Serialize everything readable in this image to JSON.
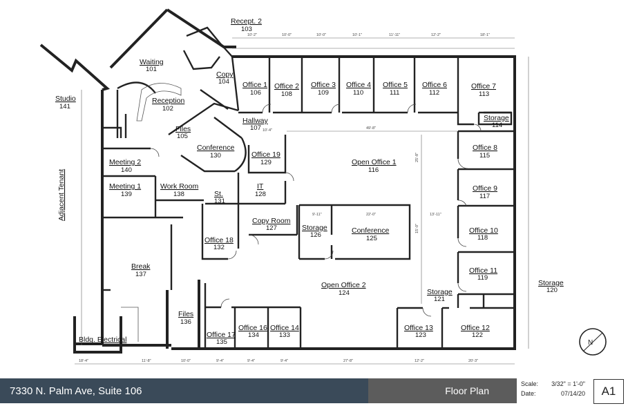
{
  "rooms": [
    {
      "name": "Recept. 2",
      "num": "103"
    },
    {
      "name": "Waiting",
      "num": "101"
    },
    {
      "name": "Copy",
      "num": "104"
    },
    {
      "name": "Reception",
      "num": "102"
    },
    {
      "name": "Files",
      "num": "105"
    },
    {
      "name": "Studio",
      "num": "141"
    },
    {
      "name": "Office 1",
      "num": "106"
    },
    {
      "name": "Office 2",
      "num": "108"
    },
    {
      "name": "Office 3",
      "num": "109"
    },
    {
      "name": "Office 4",
      "num": "110"
    },
    {
      "name": "Office 5",
      "num": "111"
    },
    {
      "name": "Office 6",
      "num": "112"
    },
    {
      "name": "Office 7",
      "num": "113"
    },
    {
      "name": "Storage",
      "num": "114"
    },
    {
      "name": "Hallway",
      "num": "107"
    },
    {
      "name": "Conference",
      "num": "130"
    },
    {
      "name": "Office 19",
      "num": "129"
    },
    {
      "name": "Open Office 1",
      "num": "116"
    },
    {
      "name": "Office 8",
      "num": "115"
    },
    {
      "name": "Meeting 2",
      "num": "140"
    },
    {
      "name": "Meeting 1",
      "num": "139"
    },
    {
      "name": "Work Room",
      "num": "138"
    },
    {
      "name": "St.",
      "num": "131"
    },
    {
      "name": "IT",
      "num": "128"
    },
    {
      "name": "Office 9",
      "num": "117"
    },
    {
      "name": "Copy Room",
      "num": "127"
    },
    {
      "name": "Storage",
      "num": "126"
    },
    {
      "name": "Conference",
      "num": "125"
    },
    {
      "name": "Office 18",
      "num": "132"
    },
    {
      "name": "Office 10",
      "num": "118"
    },
    {
      "name": "Break",
      "num": "137"
    },
    {
      "name": "Office 11",
      "num": "119"
    },
    {
      "name": "Open Office 2",
      "num": "124"
    },
    {
      "name": "Storage",
      "num": "121"
    },
    {
      "name": "Storage",
      "num": "120"
    },
    {
      "name": "Files",
      "num": "136"
    },
    {
      "name": "Office 16",
      "num": "134"
    },
    {
      "name": "Office 14",
      "num": "133"
    },
    {
      "name": "Office 13",
      "num": "123"
    },
    {
      "name": "Office 12",
      "num": "122"
    },
    {
      "name": "Office 17",
      "num": "135"
    },
    {
      "name": "Bldg. Electrical",
      "num": ""
    }
  ],
  "adjacent_label": "Adjacent Tenant",
  "dims_top": [
    "10'-2\"",
    "10'-0\"",
    "10'-0\"",
    "10'-1\"",
    "11'-11\"",
    "12'-2\"",
    "18'-1\""
  ],
  "dims_bottom": [
    "18'-4\"",
    "11'-8\"",
    "10'-0\"",
    "9'-4\"",
    "9'-4\"",
    "9'-4\"",
    "27'-8\"",
    "12'-2\"",
    "20'-3\""
  ],
  "dims_interior": [
    "49'-8\"",
    "25'-8\"",
    "22'-0\"",
    "13'-11\"",
    "9'-11\"",
    "15'-0\"",
    "10'-4\""
  ],
  "title_block": {
    "address": "7330 N. Palm Ave, Suite 106",
    "title": "Floor Plan",
    "scale_label": "Scale:",
    "scale_value": "3/32\" = 1'-0\"",
    "date_label": "Date:",
    "date_value": "07/14/20",
    "sheet": "A1"
  },
  "north_arrow_label": "N"
}
